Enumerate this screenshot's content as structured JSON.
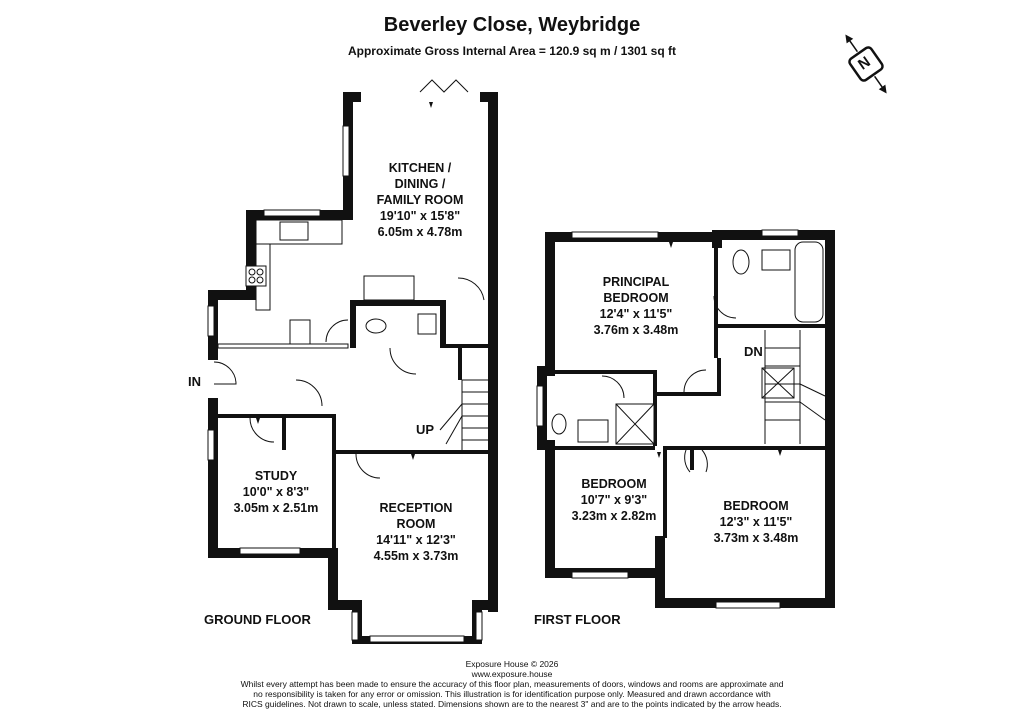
{
  "header": {
    "title": "Beverley Close, Weybridge",
    "subtitle": "Approximate Gross Internal Area = 120.9 sq m / 1301 sq ft"
  },
  "compass": {
    "label": "N"
  },
  "ground_floor": {
    "label": "GROUND FLOOR",
    "entrance_label": "IN",
    "stairs_label": "UP",
    "rooms": {
      "kitchen": {
        "line1": "KITCHEN /",
        "line2": "DINING /",
        "line3": "FAMILY ROOM",
        "imperial": "19'10\" x 15'8\"",
        "metric": "6.05m x 4.78m"
      },
      "study": {
        "name": "STUDY",
        "imperial": "10'0\" x 8'3\"",
        "metric": "3.05m x 2.51m"
      },
      "reception": {
        "line1": "RECEPTION",
        "line2": "ROOM",
        "imperial": "14'11\" x 12'3\"",
        "metric": "4.55m x 3.73m"
      }
    }
  },
  "first_floor": {
    "label": "FIRST FLOOR",
    "stairs_label": "DN",
    "rooms": {
      "principal": {
        "line1": "PRINCIPAL",
        "line2": "BEDROOM",
        "imperial": "12'4\" x 11'5\"",
        "metric": "3.76m x 3.48m"
      },
      "bedroom2": {
        "name": "BEDROOM",
        "imperial": "10'7\" x 9'3\"",
        "metric": "3.23m x 2.82m"
      },
      "bedroom3": {
        "name": "BEDROOM",
        "imperial": "12'3\" x 11'5\"",
        "metric": "3.73m x 3.48m"
      }
    }
  },
  "footer": {
    "company": "Exposure House © 2026",
    "website": "www.exposure.house",
    "disclaimer_1": "Whilst every attempt has been made to ensure the accuracy of this floor plan, measurements of doors, windows and rooms are approximate and",
    "disclaimer_2": "no responsibility is taken for any error or omission. This illustration is for identification purpose only. Measured and drawn accordance with",
    "disclaimer_3": "RICS guidelines. Not drawn to scale, unless stated. Dimensions shown are to the nearest 3\" and are to the points indicated by the arrow heads."
  }
}
